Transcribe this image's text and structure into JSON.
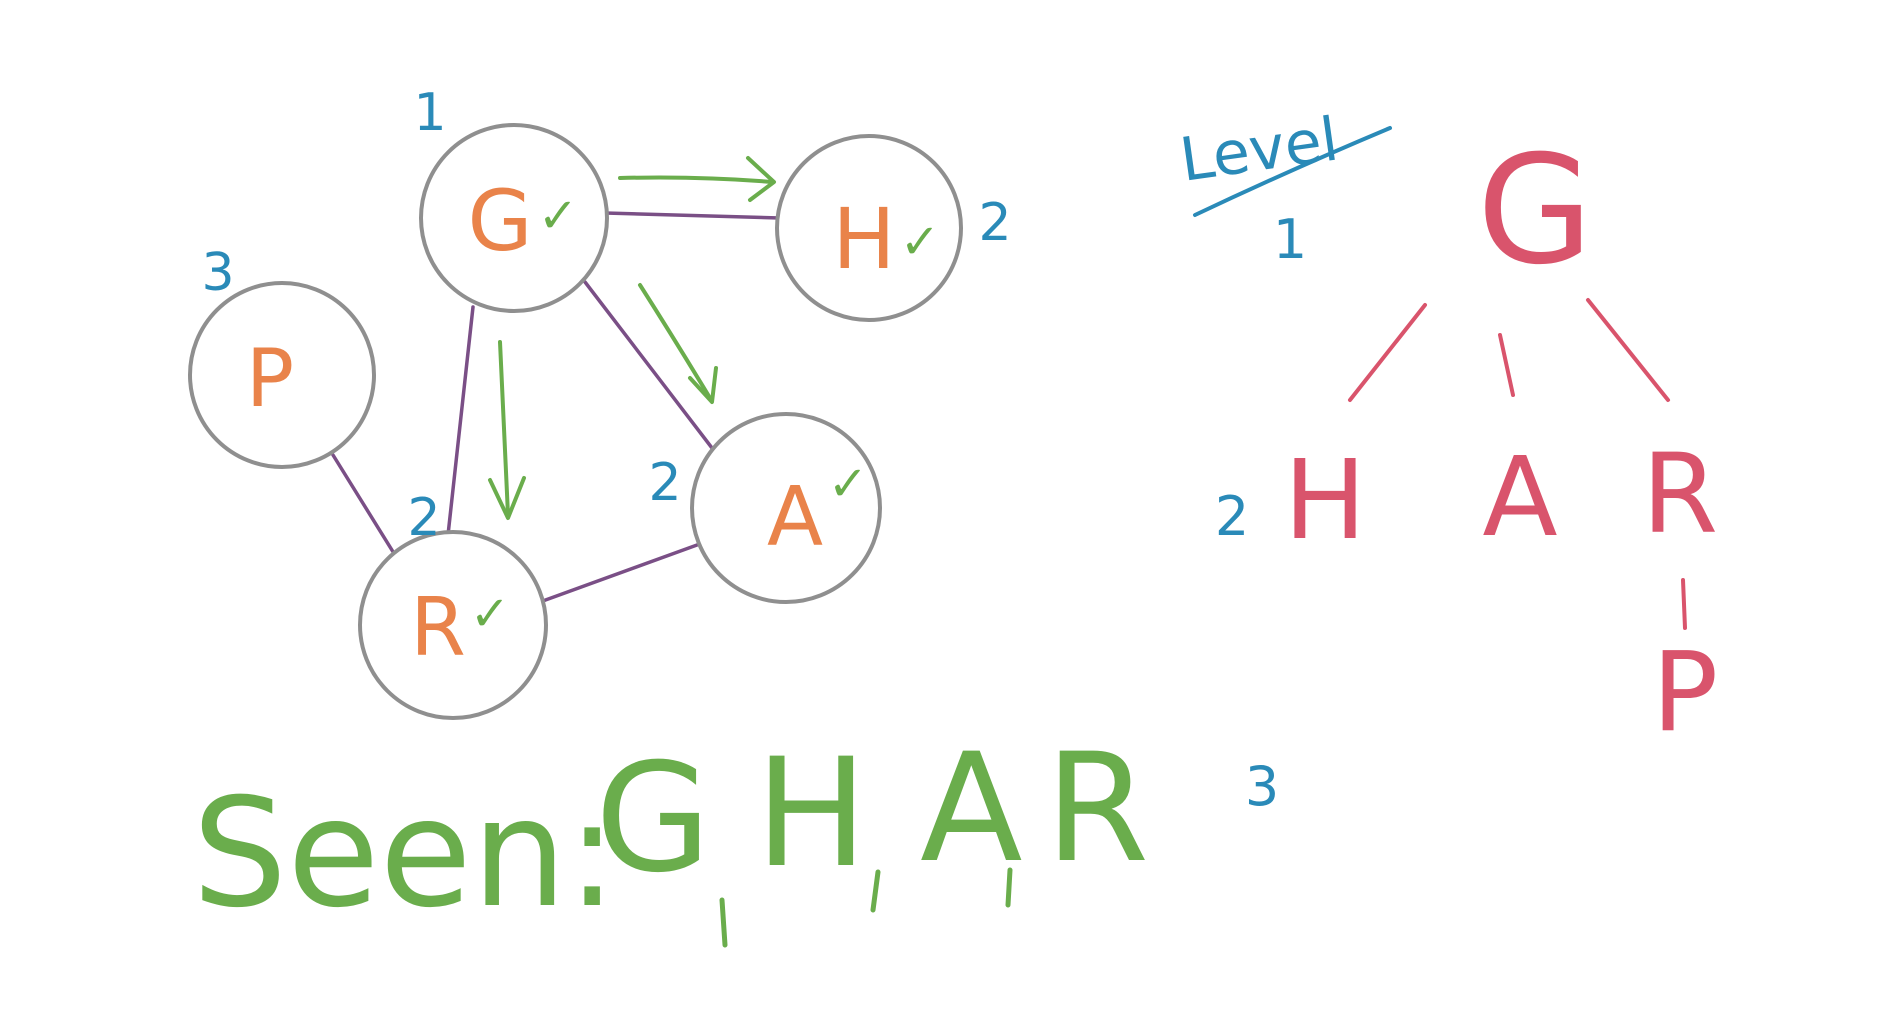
{
  "colors": {
    "node_stroke": "#8f8f8f",
    "node_letter": "#e9834a",
    "edge": "#7a4f86",
    "arrow_and_check": "#6aad4c",
    "level_number": "#2a8ab8",
    "tree": "#d9546c",
    "seen_text": "#6aad4c"
  },
  "graph": {
    "nodes": [
      {
        "id": "G",
        "label": "G",
        "checked": true,
        "level": "1"
      },
      {
        "id": "H",
        "label": "H",
        "checked": true,
        "level": "2"
      },
      {
        "id": "P",
        "label": "P",
        "checked": false,
        "level": "3"
      },
      {
        "id": "R",
        "label": "R",
        "checked": true,
        "level": "2"
      },
      {
        "id": "A",
        "label": "A",
        "checked": true,
        "level": "2"
      }
    ],
    "edges": [
      [
        "G",
        "H"
      ],
      [
        "G",
        "R"
      ],
      [
        "G",
        "A"
      ],
      [
        "P",
        "R"
      ],
      [
        "R",
        "A"
      ]
    ],
    "check_mark": "✓"
  },
  "tree": {
    "heading": "Level",
    "root": "G",
    "children": [
      "H",
      "A",
      "R"
    ],
    "grandchild": "P",
    "level_labels": [
      "1",
      "2",
      "3"
    ]
  },
  "seen": {
    "prefix": "Seen:",
    "items": [
      "G",
      "H",
      "A",
      "R"
    ]
  }
}
